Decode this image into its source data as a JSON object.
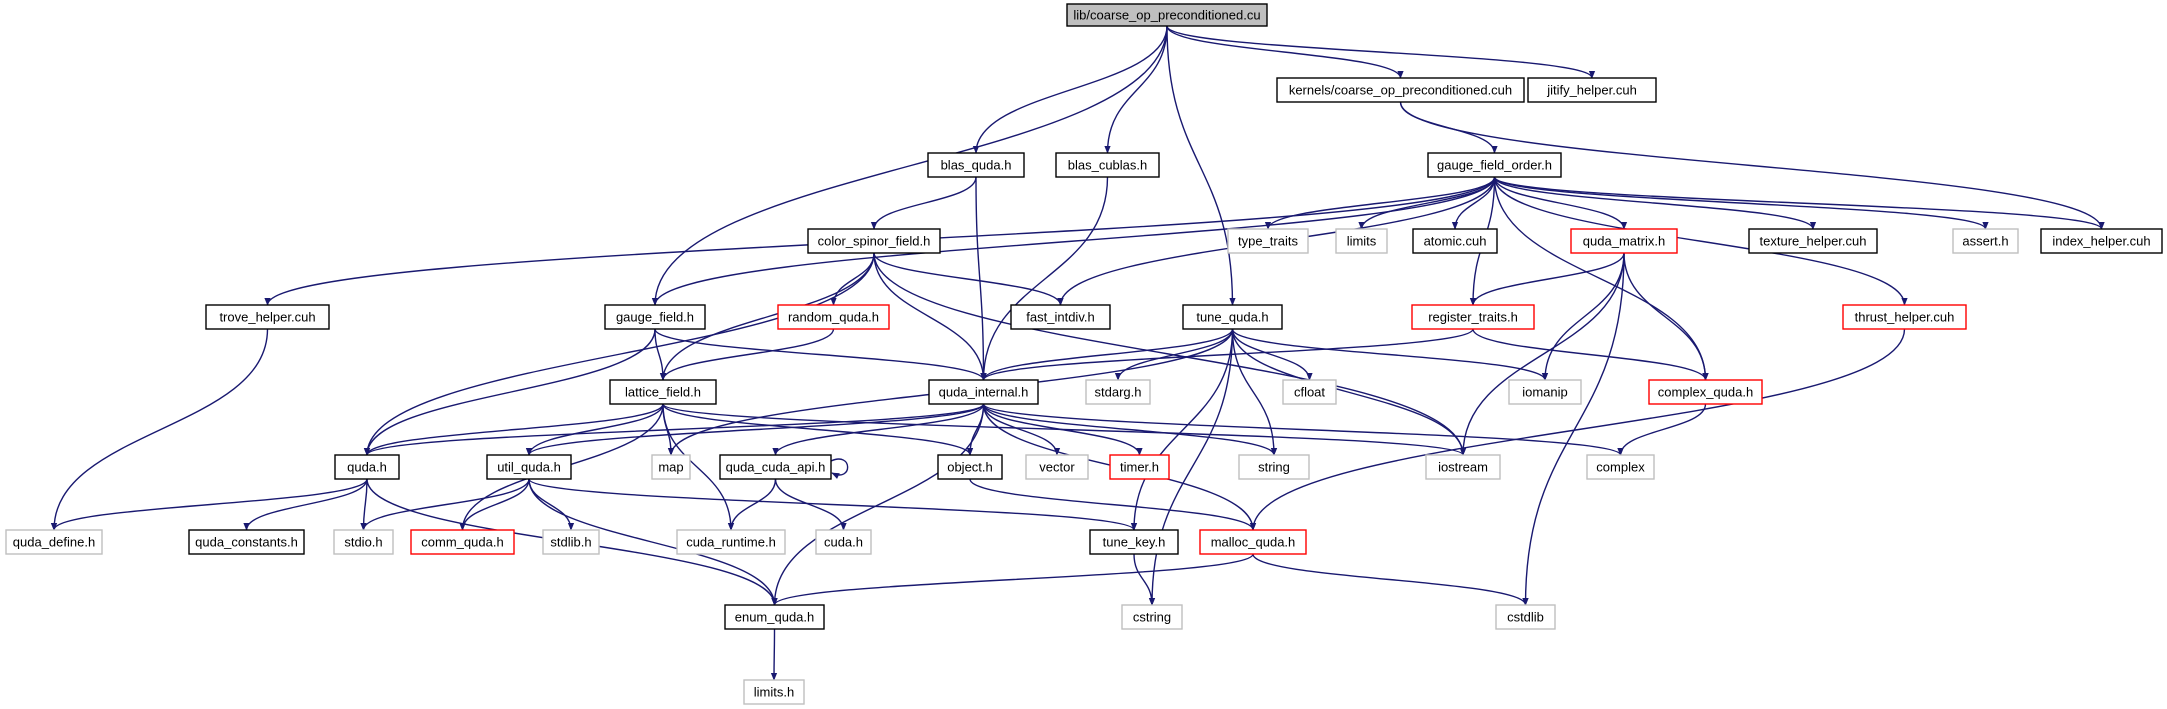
{
  "graph": {
    "colors": {
      "edge": "#191970",
      "root_fill": "#bfbfbf",
      "normal_border": "#000000",
      "truncated_border": "#ff0000",
      "external_border": "#bfbfbf",
      "fill": "#ffffff"
    },
    "nodes": [
      {
        "id": "root",
        "label": "lib/coarse_op_preconditioned.cu",
        "kind": "root"
      },
      {
        "id": "kernels_coarse",
        "label": "kernels/coarse_op_preconditioned.cuh",
        "kind": "normal"
      },
      {
        "id": "jitify_helper",
        "label": "jitify_helper.cuh",
        "kind": "normal"
      },
      {
        "id": "blas_quda",
        "label": "blas_quda.h",
        "kind": "normal"
      },
      {
        "id": "blas_cublas",
        "label": "blas_cublas.h",
        "kind": "normal"
      },
      {
        "id": "gauge_field_order",
        "label": "gauge_field_order.h",
        "kind": "normal"
      },
      {
        "id": "color_spinor_field",
        "label": "color_spinor_field.h",
        "kind": "normal"
      },
      {
        "id": "type_traits",
        "label": "type_traits",
        "kind": "external"
      },
      {
        "id": "limits",
        "label": "limits",
        "kind": "external"
      },
      {
        "id": "atomic",
        "label": "atomic.cuh",
        "kind": "normal"
      },
      {
        "id": "quda_matrix",
        "label": "quda_matrix.h",
        "kind": "truncated"
      },
      {
        "id": "texture_helper",
        "label": "texture_helper.cuh",
        "kind": "normal"
      },
      {
        "id": "assert",
        "label": "assert.h",
        "kind": "external"
      },
      {
        "id": "index_helper",
        "label": "index_helper.cuh",
        "kind": "normal"
      },
      {
        "id": "trove_helper",
        "label": "trove_helper.cuh",
        "kind": "normal"
      },
      {
        "id": "gauge_field",
        "label": "gauge_field.h",
        "kind": "normal"
      },
      {
        "id": "random_quda",
        "label": "random_quda.h",
        "kind": "truncated"
      },
      {
        "id": "fast_intdiv",
        "label": "fast_intdiv.h",
        "kind": "normal"
      },
      {
        "id": "tune_quda",
        "label": "tune_quda.h",
        "kind": "normal"
      },
      {
        "id": "register_traits",
        "label": "register_traits.h",
        "kind": "truncated"
      },
      {
        "id": "thrust_helper",
        "label": "thrust_helper.cuh",
        "kind": "truncated"
      },
      {
        "id": "lattice_field",
        "label": "lattice_field.h",
        "kind": "normal"
      },
      {
        "id": "quda_internal",
        "label": "quda_internal.h",
        "kind": "normal"
      },
      {
        "id": "stdarg",
        "label": "stdarg.h",
        "kind": "external"
      },
      {
        "id": "cfloat",
        "label": "cfloat",
        "kind": "external"
      },
      {
        "id": "iomanip",
        "label": "iomanip",
        "kind": "external"
      },
      {
        "id": "complex_quda",
        "label": "complex_quda.h",
        "kind": "truncated"
      },
      {
        "id": "quda_h",
        "label": "quda.h",
        "kind": "normal"
      },
      {
        "id": "util_quda",
        "label": "util_quda.h",
        "kind": "normal"
      },
      {
        "id": "map",
        "label": "map",
        "kind": "external"
      },
      {
        "id": "quda_cuda_api",
        "label": "quda_cuda_api.h",
        "kind": "normal"
      },
      {
        "id": "object",
        "label": "object.h",
        "kind": "normal"
      },
      {
        "id": "vector",
        "label": "vector",
        "kind": "external"
      },
      {
        "id": "timer",
        "label": "timer.h",
        "kind": "truncated"
      },
      {
        "id": "string",
        "label": "string",
        "kind": "external"
      },
      {
        "id": "iostream",
        "label": "iostream",
        "kind": "external"
      },
      {
        "id": "complex",
        "label": "complex",
        "kind": "external"
      },
      {
        "id": "quda_define",
        "label": "quda_define.h",
        "kind": "external"
      },
      {
        "id": "quda_constants",
        "label": "quda_constants.h",
        "kind": "normal"
      },
      {
        "id": "stdio",
        "label": "stdio.h",
        "kind": "external"
      },
      {
        "id": "comm_quda",
        "label": "comm_quda.h",
        "kind": "truncated"
      },
      {
        "id": "stdlib",
        "label": "stdlib.h",
        "kind": "external"
      },
      {
        "id": "cuda_runtime",
        "label": "cuda_runtime.h",
        "kind": "external"
      },
      {
        "id": "cuda_h",
        "label": "cuda.h",
        "kind": "external"
      },
      {
        "id": "tune_key",
        "label": "tune_key.h",
        "kind": "normal"
      },
      {
        "id": "malloc_quda",
        "label": "malloc_quda.h",
        "kind": "truncated"
      },
      {
        "id": "cstring",
        "label": "cstring",
        "kind": "external"
      },
      {
        "id": "cstdlib",
        "label": "cstdlib",
        "kind": "external"
      },
      {
        "id": "enum_quda",
        "label": "enum_quda.h",
        "kind": "normal"
      },
      {
        "id": "limits_h",
        "label": "limits.h",
        "kind": "external"
      }
    ],
    "edges": [
      [
        "root",
        "kernels_coarse"
      ],
      [
        "root",
        "jitify_helper"
      ],
      [
        "root",
        "blas_quda"
      ],
      [
        "root",
        "blas_cublas"
      ],
      [
        "root",
        "gauge_field"
      ],
      [
        "root",
        "tune_quda"
      ],
      [
        "kernels_coarse",
        "gauge_field_order"
      ],
      [
        "kernels_coarse",
        "index_helper"
      ],
      [
        "blas_quda",
        "color_spinor_field"
      ],
      [
        "blas_quda",
        "quda_internal"
      ],
      [
        "blas_cublas",
        "quda_internal"
      ],
      [
        "gauge_field_order",
        "type_traits"
      ],
      [
        "gauge_field_order",
        "limits"
      ],
      [
        "gauge_field_order",
        "atomic"
      ],
      [
        "gauge_field_order",
        "quda_matrix"
      ],
      [
        "gauge_field_order",
        "texture_helper"
      ],
      [
        "gauge_field_order",
        "assert"
      ],
      [
        "gauge_field_order",
        "index_helper"
      ],
      [
        "gauge_field_order",
        "trove_helper"
      ],
      [
        "gauge_field_order",
        "gauge_field"
      ],
      [
        "gauge_field_order",
        "fast_intdiv"
      ],
      [
        "gauge_field_order",
        "register_traits"
      ],
      [
        "gauge_field_order",
        "thrust_helper"
      ],
      [
        "gauge_field_order",
        "complex_quda"
      ],
      [
        "color_spinor_field",
        "quda_internal"
      ],
      [
        "color_spinor_field",
        "quda_h"
      ],
      [
        "color_spinor_field",
        "lattice_field"
      ],
      [
        "color_spinor_field",
        "random_quda"
      ],
      [
        "color_spinor_field",
        "fast_intdiv"
      ],
      [
        "color_spinor_field",
        "iostream"
      ],
      [
        "quda_matrix",
        "register_traits"
      ],
      [
        "quda_matrix",
        "complex_quda"
      ],
      [
        "quda_matrix",
        "iomanip"
      ],
      [
        "quda_matrix",
        "iostream"
      ],
      [
        "quda_matrix",
        "cstdlib"
      ],
      [
        "trove_helper",
        "quda_define"
      ],
      [
        "gauge_field",
        "quda_internal"
      ],
      [
        "gauge_field",
        "quda_h"
      ],
      [
        "gauge_field",
        "lattice_field"
      ],
      [
        "random_quda",
        "lattice_field"
      ],
      [
        "tune_quda",
        "quda_internal"
      ],
      [
        "tune_quda",
        "stdarg"
      ],
      [
        "tune_quda",
        "cfloat"
      ],
      [
        "tune_quda",
        "iomanip"
      ],
      [
        "tune_quda",
        "map"
      ],
      [
        "tune_quda",
        "string"
      ],
      [
        "tune_quda",
        "iostream"
      ],
      [
        "tune_quda",
        "tune_key"
      ],
      [
        "tune_quda",
        "cstring"
      ],
      [
        "register_traits",
        "quda_internal"
      ],
      [
        "register_traits",
        "complex_quda"
      ],
      [
        "thrust_helper",
        "malloc_quda"
      ],
      [
        "lattice_field",
        "quda_h"
      ],
      [
        "lattice_field",
        "util_quda"
      ],
      [
        "lattice_field",
        "map"
      ],
      [
        "lattice_field",
        "comm_quda"
      ],
      [
        "lattice_field",
        "cuda_runtime"
      ],
      [
        "lattice_field",
        "object"
      ],
      [
        "lattice_field",
        "iostream"
      ],
      [
        "quda_internal",
        "quda_h"
      ],
      [
        "quda_internal",
        "util_quda"
      ],
      [
        "quda_internal",
        "quda_cuda_api"
      ],
      [
        "quda_internal",
        "object"
      ],
      [
        "quda_internal",
        "vector"
      ],
      [
        "quda_internal",
        "timer"
      ],
      [
        "quda_internal",
        "string"
      ],
      [
        "quda_internal",
        "malloc_quda"
      ],
      [
        "quda_internal",
        "complex"
      ],
      [
        "quda_internal",
        "enum_quda"
      ],
      [
        "complex_quda",
        "complex"
      ],
      [
        "quda_h",
        "quda_define"
      ],
      [
        "quda_h",
        "quda_constants"
      ],
      [
        "quda_h",
        "stdio"
      ],
      [
        "quda_h",
        "enum_quda"
      ],
      [
        "util_quda",
        "stdio"
      ],
      [
        "util_quda",
        "comm_quda"
      ],
      [
        "util_quda",
        "stdlib"
      ],
      [
        "util_quda",
        "enum_quda"
      ],
      [
        "util_quda",
        "tune_key"
      ],
      [
        "quda_cuda_api",
        "quda_cuda_api"
      ],
      [
        "quda_cuda_api",
        "cuda_runtime"
      ],
      [
        "quda_cuda_api",
        "cuda_h"
      ],
      [
        "object",
        "malloc_quda"
      ],
      [
        "tune_key",
        "cstring"
      ],
      [
        "malloc_quda",
        "enum_quda"
      ],
      [
        "malloc_quda",
        "cstdlib"
      ],
      [
        "enum_quda",
        "limits_h"
      ]
    ]
  }
}
